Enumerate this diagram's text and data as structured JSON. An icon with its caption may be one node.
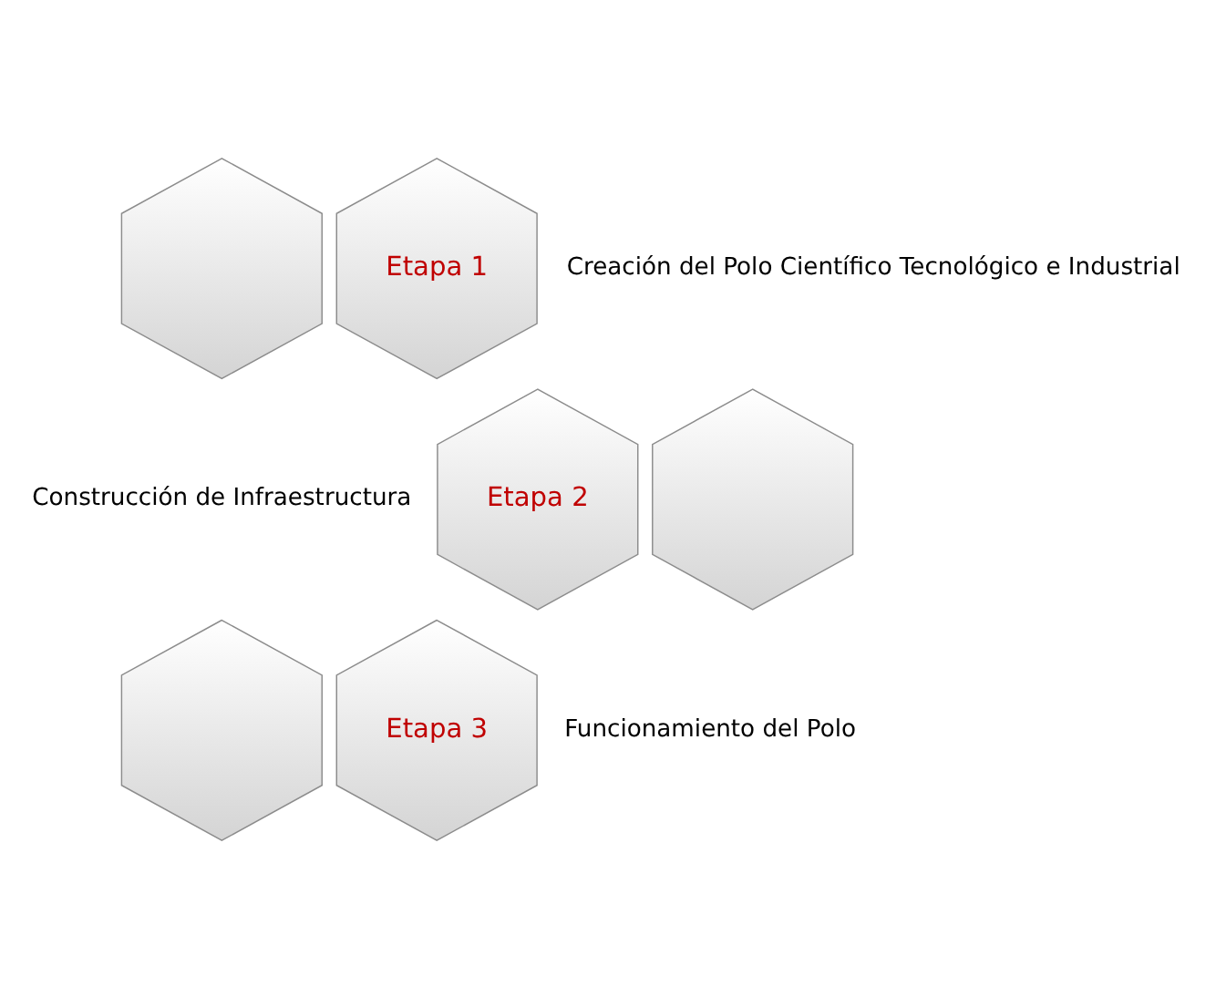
{
  "diagram": {
    "nodes": [
      {
        "text": [],
        "shape": "hexagon"
      },
      {
        "text": [
          "Etapa 1"
        ],
        "beside": [
          "Creación del Polo Científico Tecnológico e Industrial"
        ]
      },
      {
        "text": [
          "Etapa 2"
        ],
        "beside": [
          "Construcción de Infraestructura"
        ]
      },
      {
        "text": [],
        "shape": "hexagon"
      },
      {
        "text": [],
        "shape": "hexagon"
      },
      {
        "text": [
          "Etapa 3"
        ],
        "beside": [
          "Funcionamiento del Polo"
        ]
      }
    ],
    "edges": []
  }
}
